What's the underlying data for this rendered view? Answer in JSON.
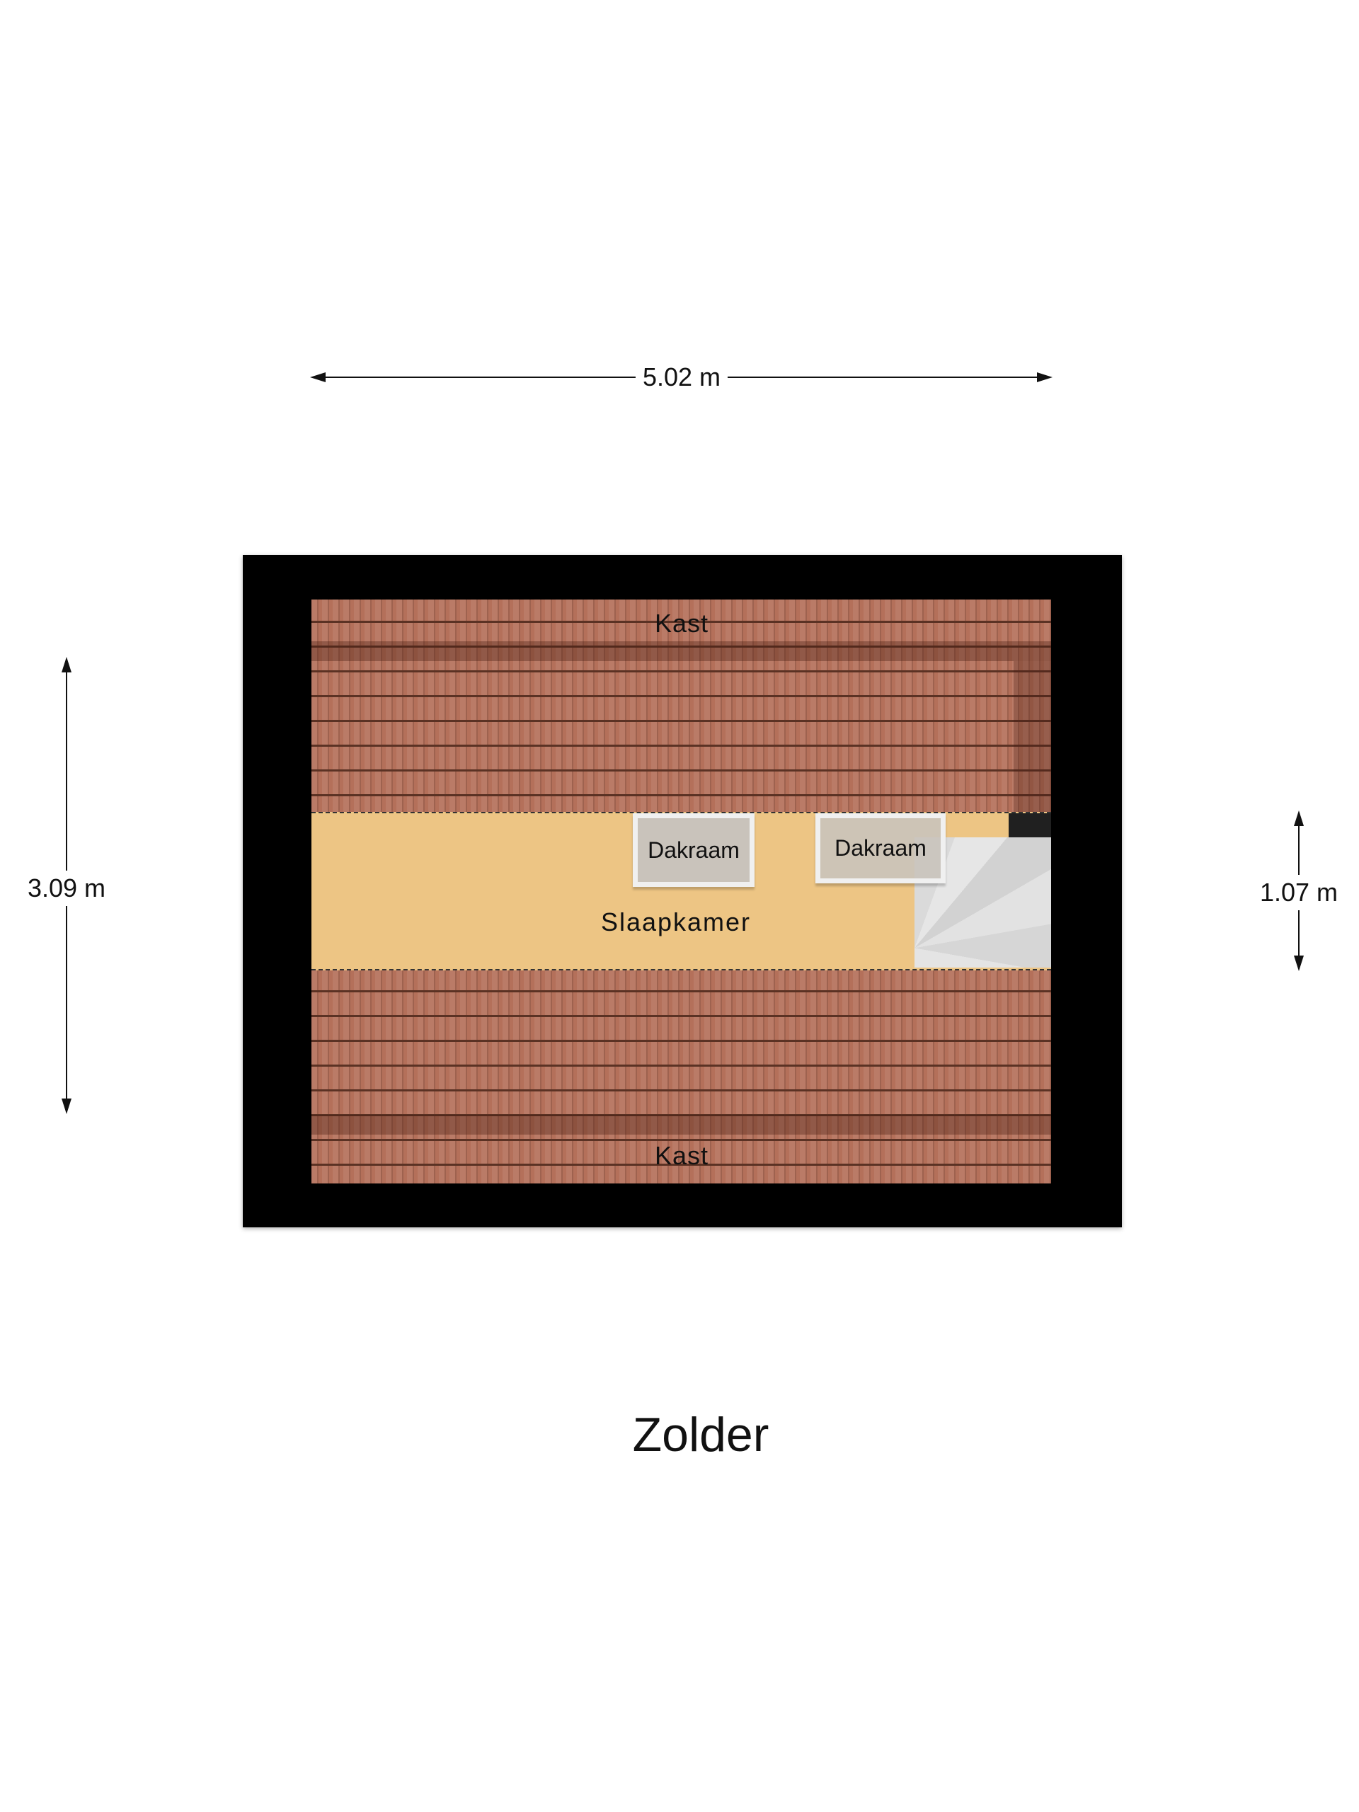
{
  "title": "Zolder",
  "dimensions": {
    "width": "5.02 m",
    "height": "3.09 m",
    "room_height": "1.07 m"
  },
  "rooms": {
    "closet_top": "Kast",
    "closet_bottom": "Kast",
    "bedroom": "Slaapkamer",
    "skylight_1": "Dakraam",
    "skylight_2": "Dakraam"
  },
  "colors": {
    "wall": "#000000",
    "roof": "#b4705a",
    "room": "#edc584"
  }
}
